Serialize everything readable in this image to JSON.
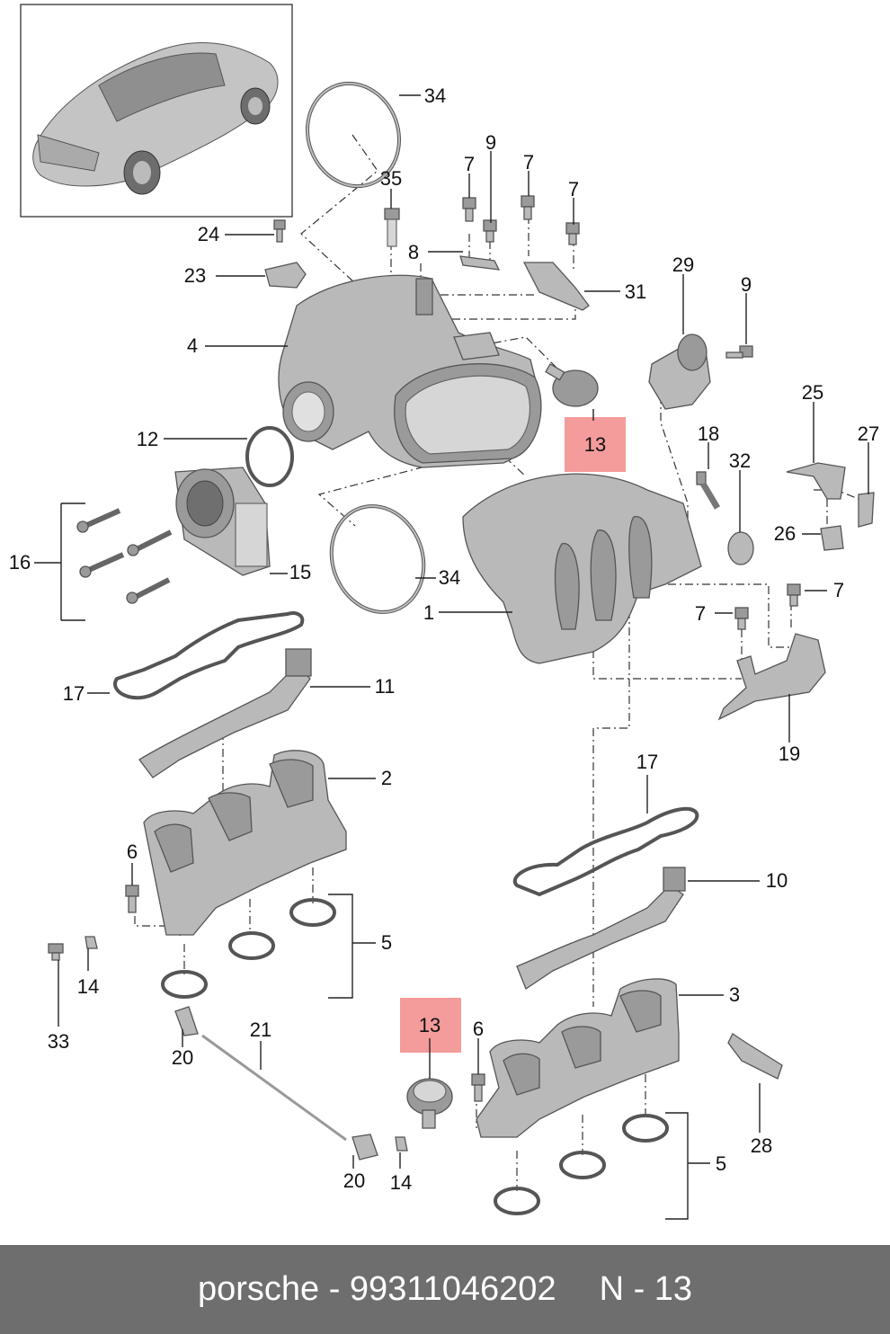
{
  "callouts": {
    "c1": "1",
    "c2": "2",
    "c3": "3",
    "c4": "4",
    "c5a": "5",
    "c5b": "5",
    "c6a": "6",
    "c6b": "6",
    "c7a": "7",
    "c7b": "7",
    "c7c": "7",
    "c7d": "7",
    "c7e": "7",
    "c8": "8",
    "c9a": "9",
    "c9b": "9",
    "c10": "10",
    "c11": "11",
    "c12": "12",
    "c13a": "13",
    "c13b": "13",
    "c14a": "14",
    "c14b": "14",
    "c15": "15",
    "c16": "16",
    "c17a": "17",
    "c17b": "17",
    "c18": "18",
    "c19": "19",
    "c20a": "20",
    "c20b": "20",
    "c21": "21",
    "c23": "23",
    "c24": "24",
    "c25": "25",
    "c26": "26",
    "c27": "27",
    "c28": "28",
    "c29": "29",
    "c31": "31",
    "c32": "32",
    "c33": "33",
    "c34a": "34",
    "c34b": "34",
    "c35": "35"
  },
  "highlight_color": "#f28a8a",
  "footer": {
    "brand": "porsche",
    "separator": " - ",
    "part_number": "99311046202",
    "diagram_ref": "N - 13",
    "background": "#6e6e6e",
    "text_color": "#ffffff"
  }
}
